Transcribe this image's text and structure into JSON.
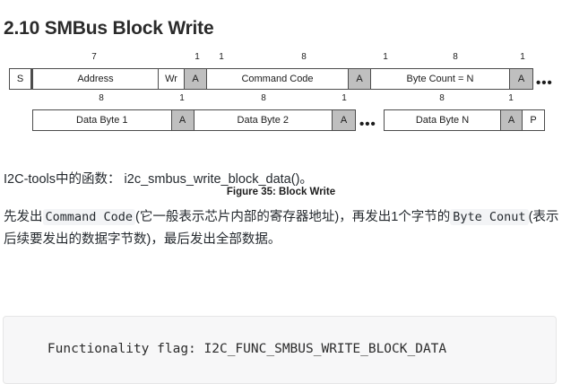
{
  "heading": "2.10 SMBus Block Write",
  "figure": {
    "caption": "Figure 35: Block Write",
    "row1": {
      "cells": [
        {
          "label": "S",
          "bits": "",
          "type": "plain"
        },
        {
          "label": "Address",
          "bits": "7",
          "type": "plain"
        },
        {
          "label": "Wr",
          "bits": "1",
          "type": "plain"
        },
        {
          "label": "A",
          "bits": "1",
          "type": "ack"
        },
        {
          "label": "Command Code",
          "bits": "8",
          "type": "plain"
        },
        {
          "label": "A",
          "bits": "1",
          "type": "ack"
        },
        {
          "label": "Byte Count = N",
          "bits": "8",
          "type": "plain"
        },
        {
          "label": "A",
          "bits": "1",
          "type": "ack"
        }
      ],
      "trailing_ellipsis": "•••"
    },
    "row2": {
      "group_a": [
        {
          "label": "Data Byte 1",
          "bits": "8",
          "type": "plain"
        },
        {
          "label": "A",
          "bits": "1",
          "type": "ack"
        },
        {
          "label": "Data Byte 2",
          "bits": "8",
          "type": "plain"
        },
        {
          "label": "A",
          "bits": "1",
          "type": "ack"
        }
      ],
      "mid_ellipsis": "•••",
      "group_b": [
        {
          "label": "Data Byte N",
          "bits": "8",
          "type": "plain"
        },
        {
          "label": "A",
          "bits": "1",
          "type": "ack"
        },
        {
          "label": "P",
          "bits": "",
          "type": "plain"
        }
      ]
    }
  },
  "paragraphs": {
    "func_prefix": "I2C-tools中的函数： i2c_smbus_write_block_data()。",
    "desc_1": "先发出",
    "desc_code_1": "Command Code",
    "desc_2": "(它一般表示芯片内部的寄存器地址)，再发出1个字节的",
    "desc_code_2": "Byte Conut",
    "desc_3": "(表示后续要发出的数据字节数)，最后发出全部数据。"
  },
  "codeblock": {
    "text": "Functionality flag: I2C_FUNC_SMBUS_WRITE_BLOCK_DATA"
  },
  "colors": {
    "ack_fill": "#bfbfbf",
    "border": "#4d4d4d",
    "code_bg": "#f7f7f8",
    "text": "#24292e"
  }
}
